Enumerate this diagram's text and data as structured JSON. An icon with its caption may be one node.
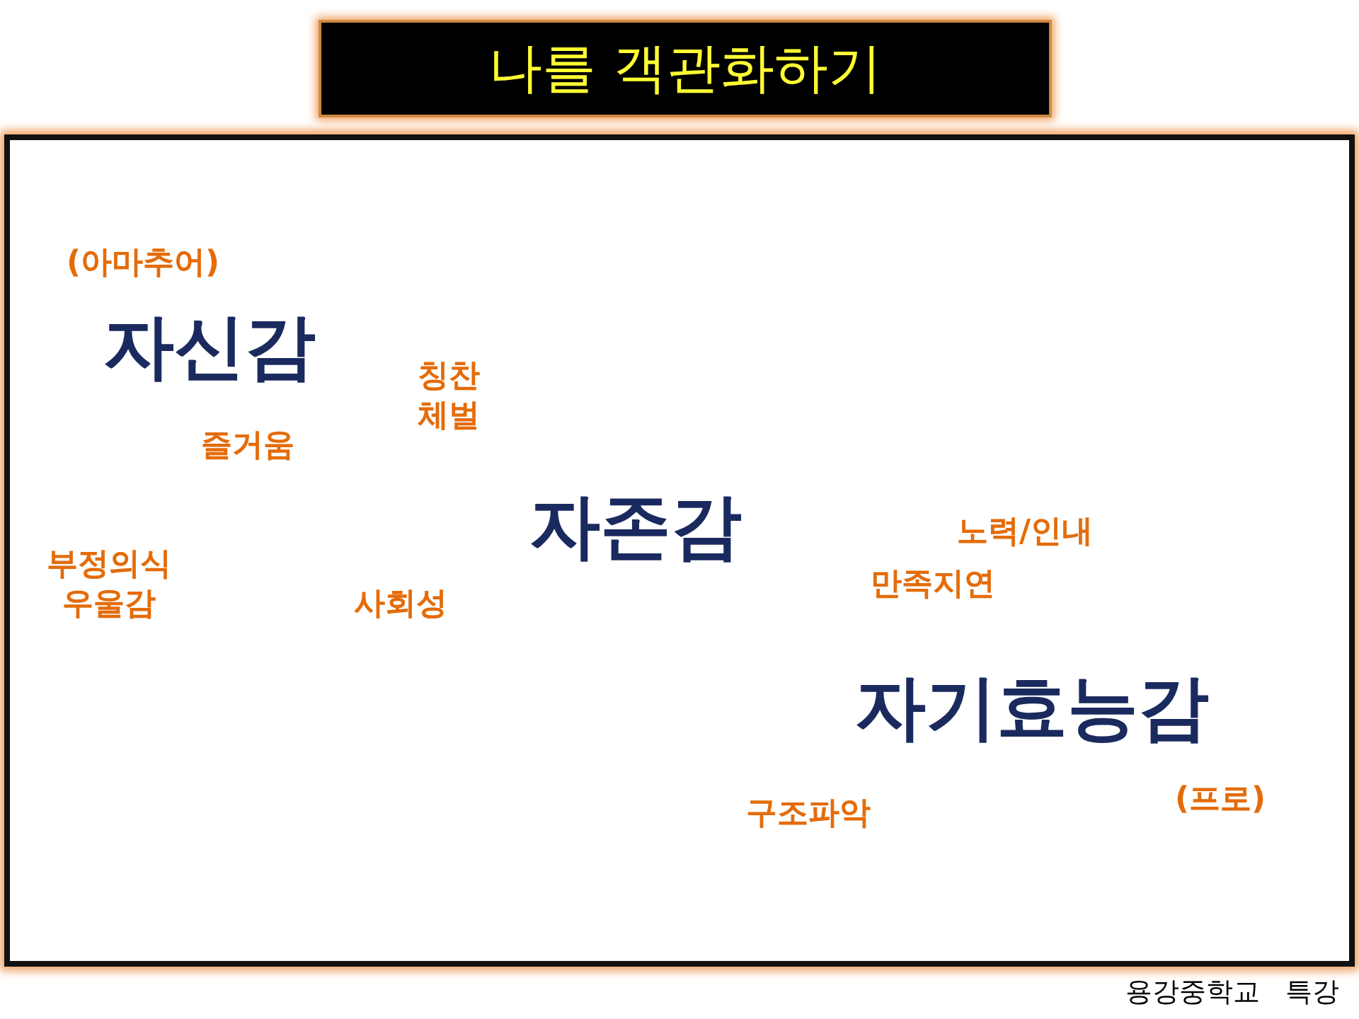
{
  "diagram": {
    "title": "나를 객관화하기",
    "labels": [
      "(아마추어)",
      "자신감",
      "칭찬 체벌",
      "즐거움",
      "자존감",
      "노력/인내",
      "부정의식 우울감",
      "만족지연",
      "사회성",
      "자기효능감",
      "(프로)",
      "구조파악",
      "용강중학교 특강"
    ]
  }
}
